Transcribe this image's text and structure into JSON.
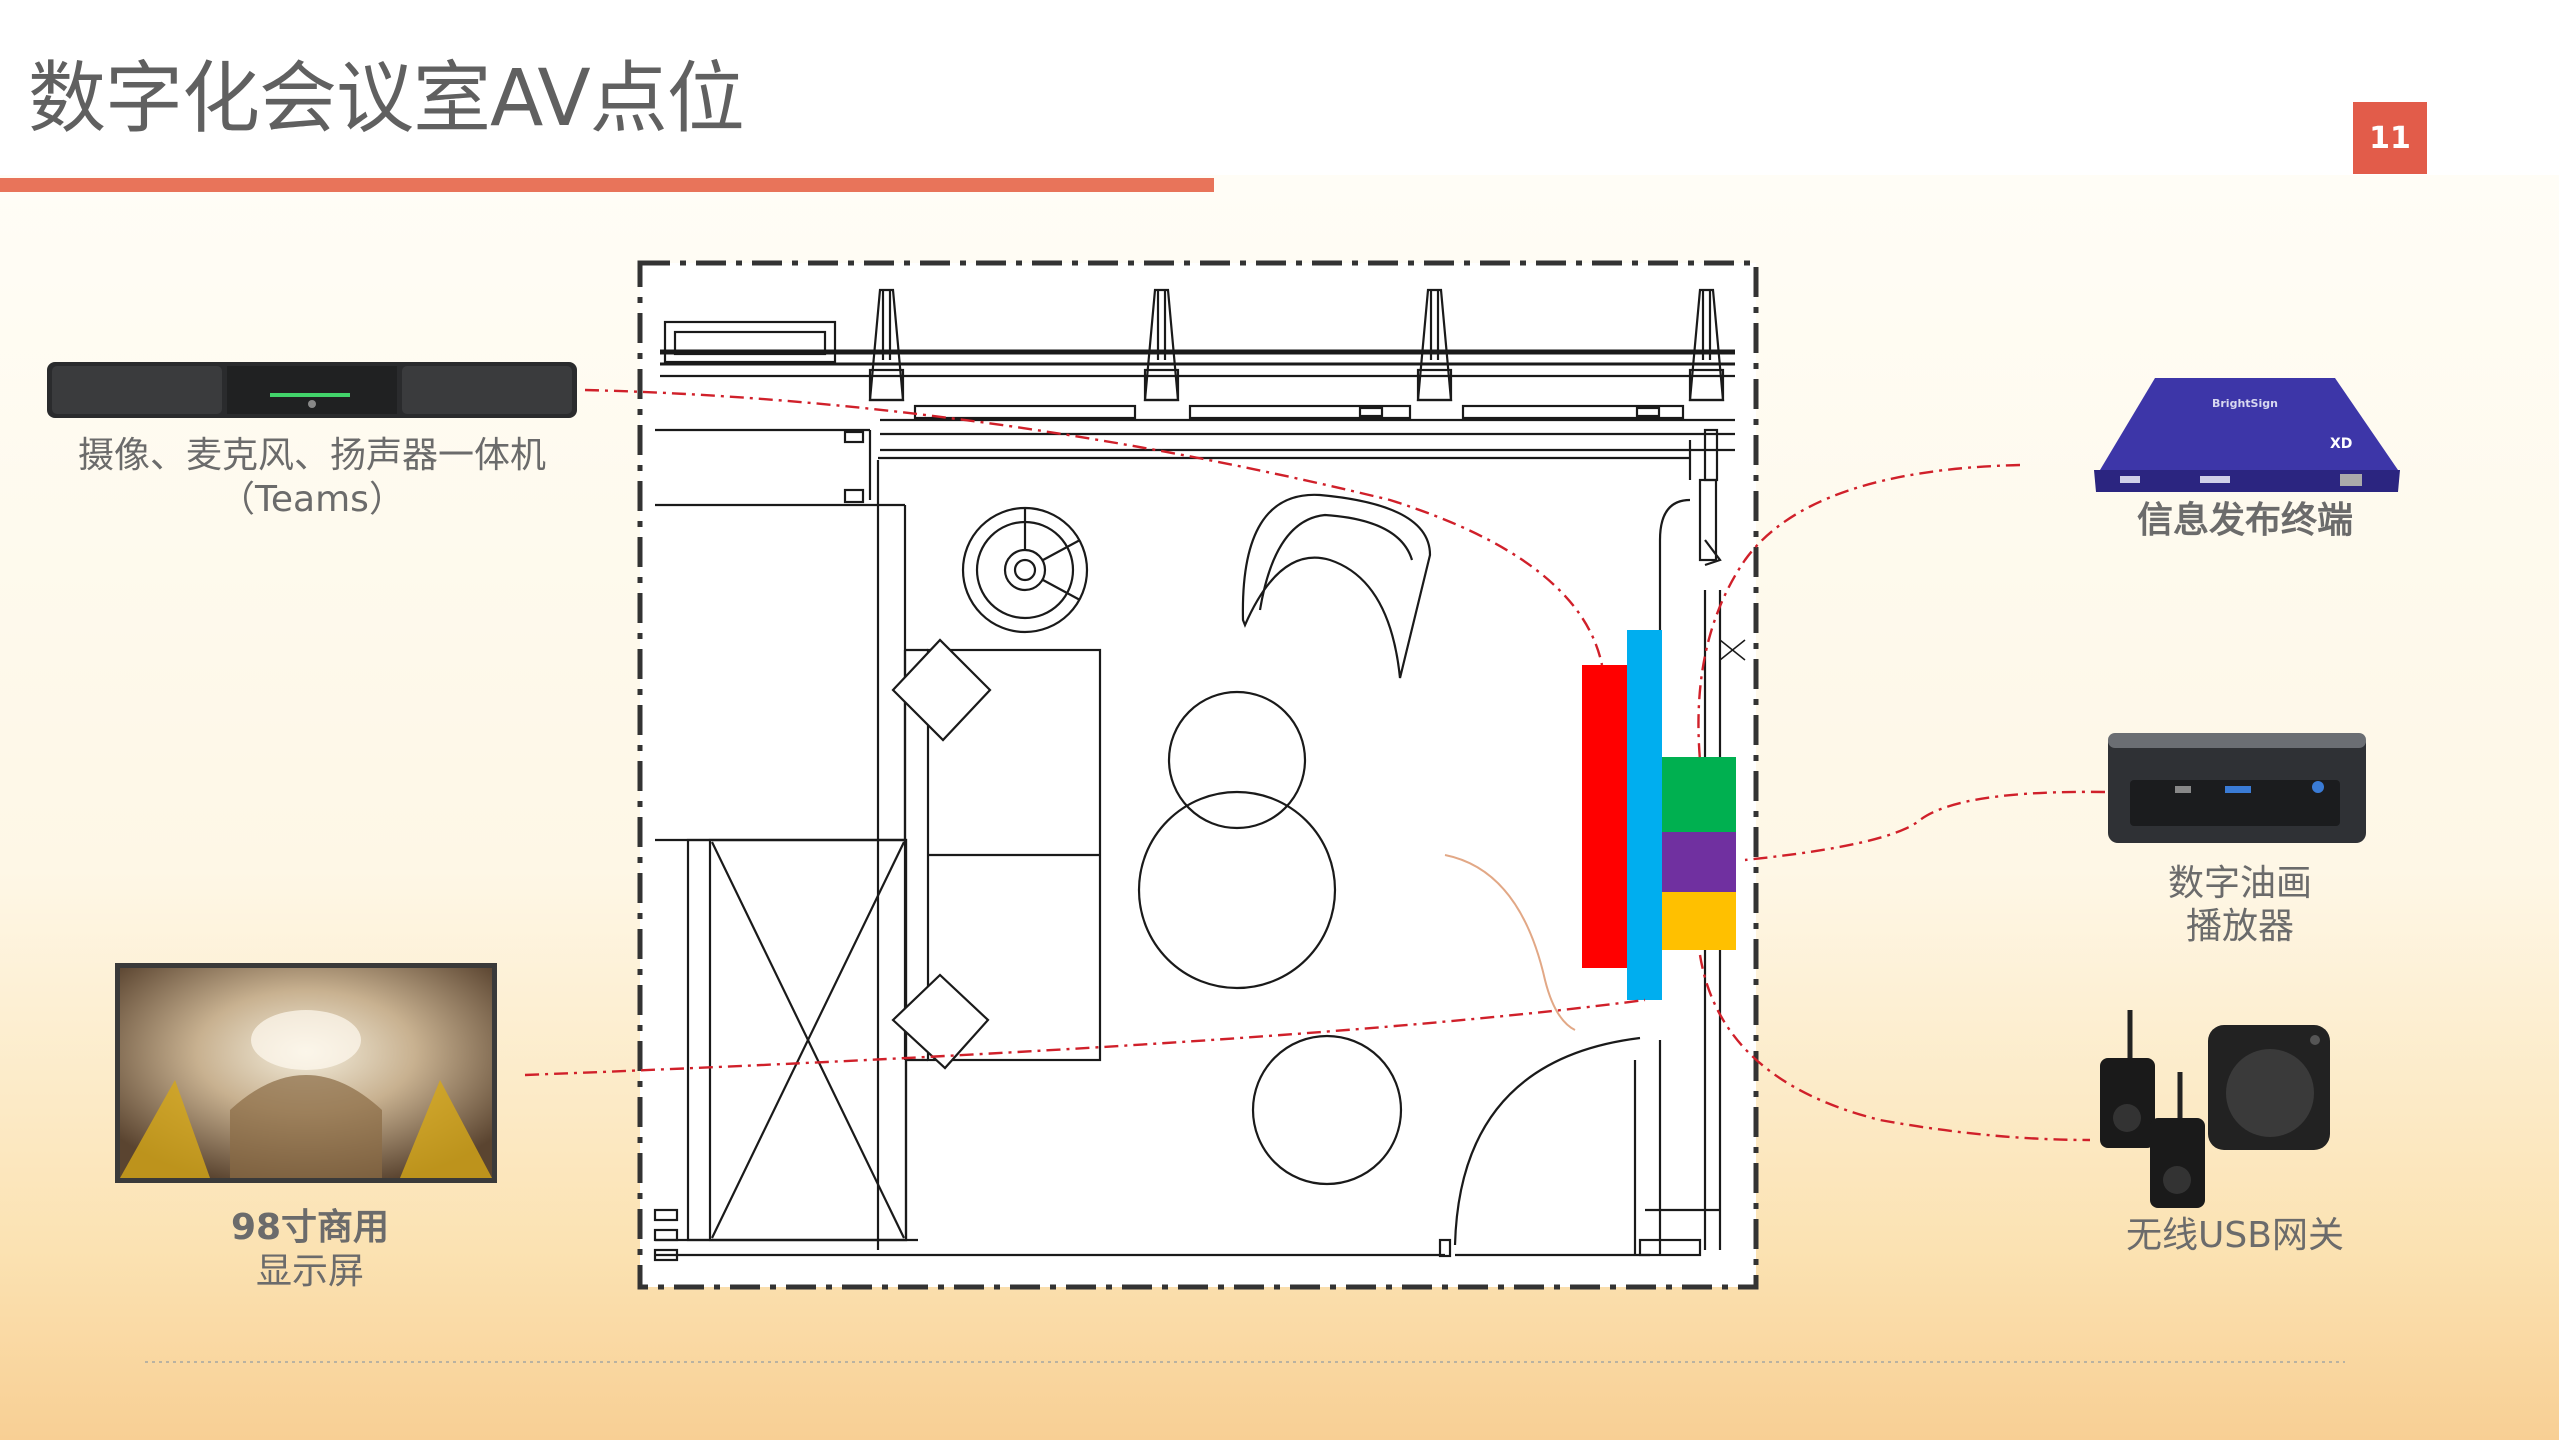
{
  "slide": {
    "title": "数字化会议室AV点位",
    "page_number": "11"
  },
  "devices": {
    "camera_bar": {
      "label_line1": "摄像、麦克风、扬声器一体机",
      "label_line2": "（Teams）",
      "icon": "video-bar-icon"
    },
    "display": {
      "label_line1": "98寸商用",
      "label_line2": "显示屏",
      "icon": "display-screen-icon"
    },
    "signage_player": {
      "label": "信息发布终端",
      "device_brand": "BrightSign",
      "device_model": "XD",
      "icon": "media-player-icon"
    },
    "art_player": {
      "label_line1": "数字油画",
      "label_line2": "播放器",
      "icon": "mini-pc-icon"
    },
    "wireless_gateway": {
      "label": "无线USB网关",
      "icon": "wireless-dongle-icon"
    }
  },
  "colors": {
    "accent": "#e8745a",
    "page_badge": "#e25c4a",
    "connection_line": "#d0202a",
    "wall_strip_red": "#ff0000",
    "wall_strip_blue": "#00aeef",
    "wall_strip_green": "#00b050",
    "wall_strip_purple": "#7030a0",
    "wall_strip_yellow": "#ffc000"
  }
}
